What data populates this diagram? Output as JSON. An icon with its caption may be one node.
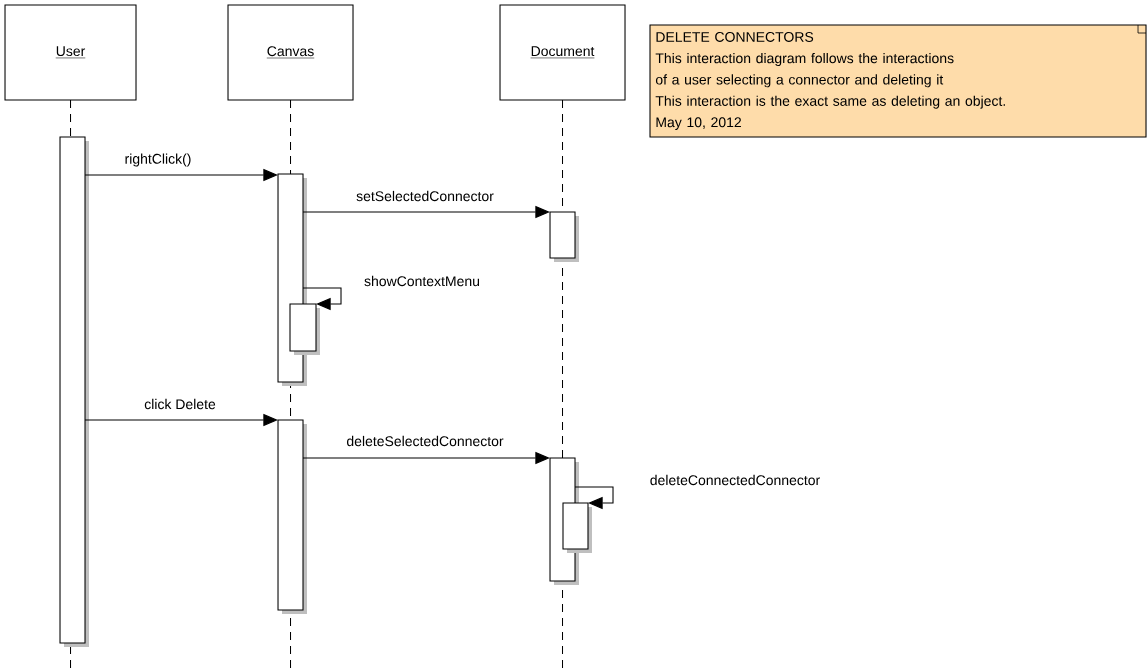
{
  "diagram": {
    "nodes": [
      {
        "text": [
          "User"
        ]
      },
      {
        "text": [
          "Canvas"
        ]
      },
      {
        "text": [
          "Document"
        ]
      },
      {
        "text": [
          "DELETE CONNECTORS",
          "This interaction diagram follows the interactions",
          "of a user selecting a connector and deleting it",
          "This interaction is the exact same as deleting an object.",
          "May 10, 2012"
        ]
      },
      {
        "text": [],
        "shape": "bar"
      },
      {
        "text": [],
        "shape": "bar"
      },
      {
        "text": [],
        "shape": "bar"
      },
      {
        "text": [],
        "shape": "bar"
      },
      {
        "text": [],
        "shape": "bar"
      },
      {
        "text": [],
        "shape": "bar"
      },
      {
        "text": [],
        "shape": "bar"
      }
    ],
    "edges": [
      {
        "from": 4,
        "to": 5,
        "arrow": "to",
        "label": "rightClick()"
      },
      {
        "from": 5,
        "to": 6,
        "arrow": "to",
        "label": "setSelectedConnector"
      },
      {
        "from": 5,
        "to": 7,
        "arrow": "to",
        "label": "showContextMenu"
      },
      {
        "from": 4,
        "to": 8,
        "arrow": "to",
        "label": "click Delete"
      },
      {
        "from": 8,
        "to": 9,
        "arrow": "to",
        "label": "deleteSelectedConnector"
      },
      {
        "from": 9,
        "to": 10,
        "arrow": "to",
        "label": "deleteConnectedConnector"
      }
    ]
  }
}
